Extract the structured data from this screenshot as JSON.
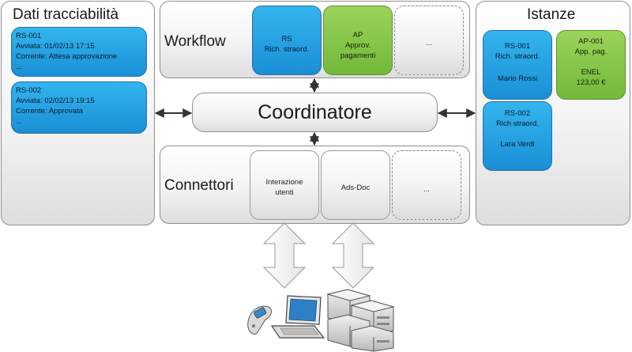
{
  "left_panel": {
    "title": "Dati tracciabilità",
    "cards": [
      {
        "lines": [
          "RS-001",
          "Avviata: 01/02/13 17:15",
          "Corrente: Attesa approvazione",
          "..."
        ]
      },
      {
        "lines": [
          "RS-002",
          "Avviata: 02/02/13 19:15",
          "Corrente: Approvata",
          "..."
        ]
      }
    ]
  },
  "workflow": {
    "title": "Workflow",
    "items": [
      {
        "lines": [
          "RS",
          "Rich. straord."
        ],
        "color": "#1a8fd6"
      },
      {
        "lines": [
          "AP",
          "Approv.",
          "pagamenti"
        ],
        "color": "#73b93a"
      },
      {
        "lines": [
          "..."
        ]
      }
    ]
  },
  "coordinator": {
    "label": "Coordinatore"
  },
  "connectors": {
    "title": "Connettori",
    "items": [
      {
        "lines": [
          "Interazione",
          "utenti"
        ]
      },
      {
        "lines": [
          "Ads-Doc"
        ]
      },
      {
        "lines": [
          "..."
        ]
      }
    ]
  },
  "instances": {
    "title": "Istanze",
    "cards": [
      {
        "lines": [
          "RS-001",
          "Rich. straord.",
          "",
          "Mario Rossi"
        ],
        "color": "#1a8fd6"
      },
      {
        "lines": [
          "AP-001",
          "App. pag.",
          "",
          "ENEL",
          "123,00 €"
        ],
        "color": "#73b93a"
      },
      {
        "lines": [
          "RS-002",
          "Rich straord.",
          "",
          "Lara Verdi"
        ],
        "color": "#1a8fd6"
      }
    ]
  },
  "devices": [
    "phone-icon",
    "laptop-icon",
    "server-rack-icon"
  ]
}
